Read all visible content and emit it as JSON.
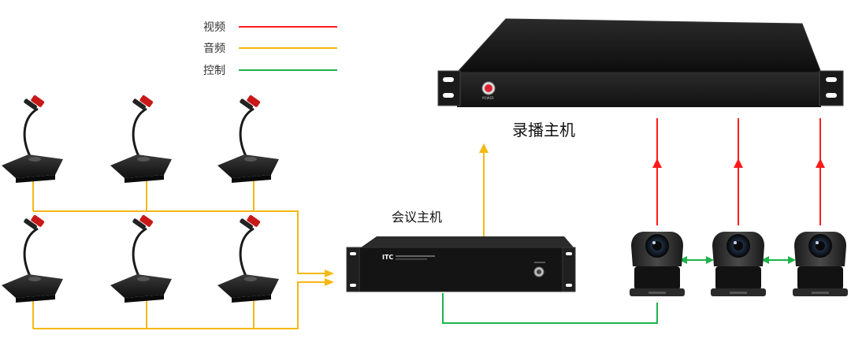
{
  "legend": {
    "items": [
      {
        "label": "视频",
        "color": "#ff1a1a"
      },
      {
        "label": "音频",
        "color": "#f5b814"
      },
      {
        "label": "控制",
        "color": "#1db34a"
      }
    ]
  },
  "devices": {
    "recorder_label": "录播主机",
    "recorder_power_text": "POWER",
    "conference_label": "会议主机",
    "conference_brand": "ITC"
  },
  "colors": {
    "video": "#ff1a1a",
    "audio": "#f5b814",
    "control": "#1db34a",
    "device_body": "#1b1b1b",
    "device_edge": "#3a3a3a"
  }
}
